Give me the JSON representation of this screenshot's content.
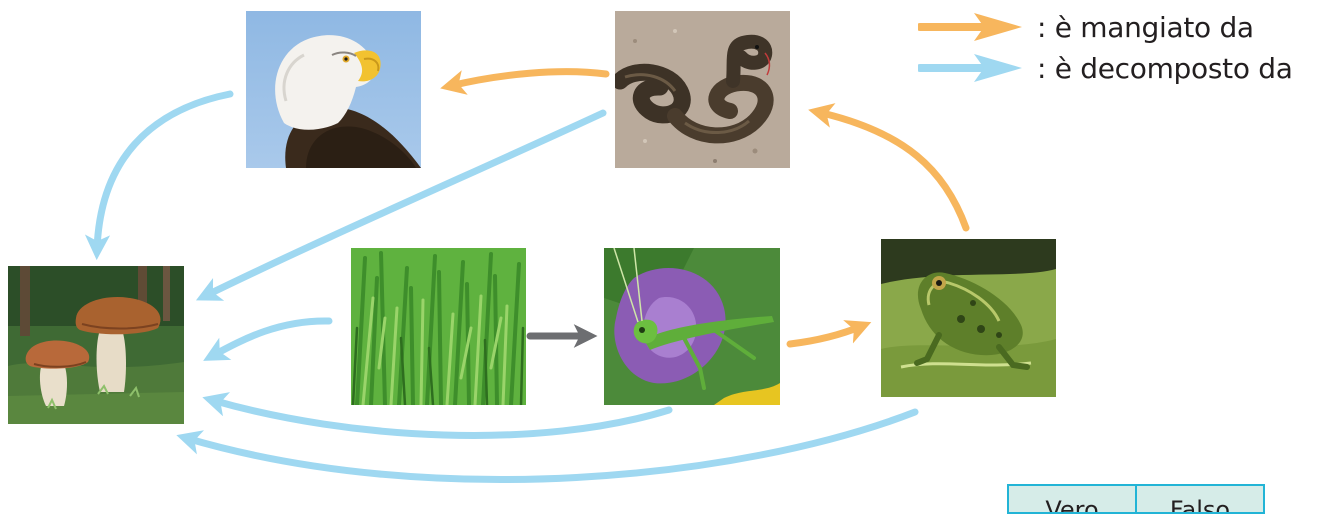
{
  "legend": {
    "eaten_by": {
      "label": ": è mangiato da",
      "color": "#f7b65d"
    },
    "decomposed_by": {
      "label": ": è decomposto da",
      "color": "#9fd8f1"
    }
  },
  "feeding_arrow_color": "#6d6e71",
  "organisms": [
    "eagle",
    "snake",
    "mushroom",
    "grass",
    "grasshopper",
    "frog"
  ],
  "links": [
    {
      "from": "grass",
      "to": "grasshopper",
      "kind": "feeds"
    },
    {
      "from": "grasshopper",
      "to": "frog",
      "kind": "eaten_by"
    },
    {
      "from": "frog",
      "to": "snake",
      "kind": "eaten_by"
    },
    {
      "from": "snake",
      "to": "eagle",
      "kind": "eaten_by"
    },
    {
      "from": "eagle",
      "to": "mushroom",
      "kind": "decomposed_by"
    },
    {
      "from": "snake",
      "to": "mushroom",
      "kind": "decomposed_by"
    },
    {
      "from": "grass",
      "to": "mushroom",
      "kind": "decomposed_by"
    },
    {
      "from": "grasshopper",
      "to": "mushroom",
      "kind": "decomposed_by"
    },
    {
      "from": "frog",
      "to": "mushroom",
      "kind": "decomposed_by"
    }
  ],
  "answer_box": {
    "true_label": "Vero",
    "false_label": "Falso"
  }
}
